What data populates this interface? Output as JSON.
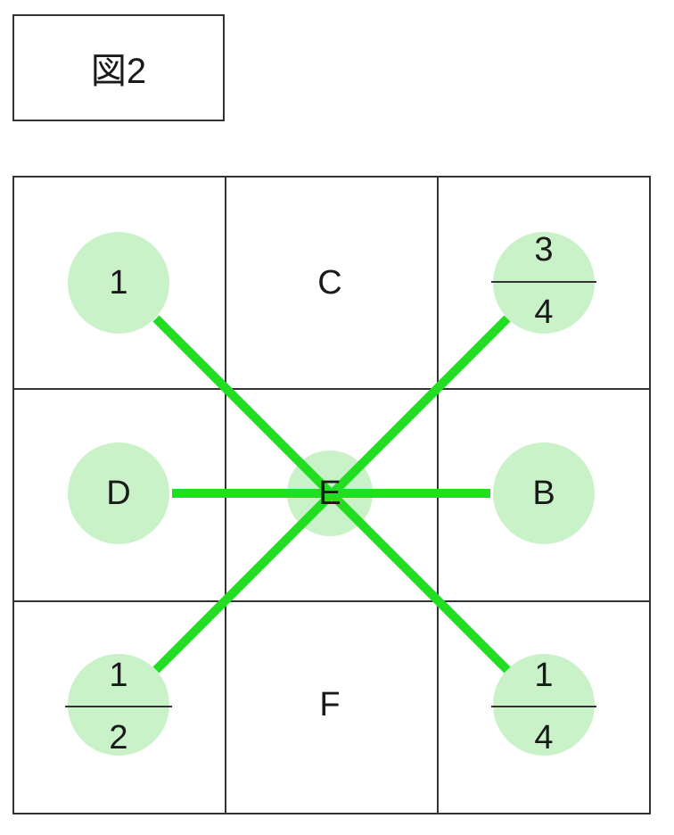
{
  "title": "図2",
  "colors": {
    "circle_fill": "#c9f2c9",
    "line_color": "#22dd22",
    "grid_color": "#333333"
  },
  "cells": {
    "top_left": {
      "label": "1"
    },
    "top_center": {
      "label": "C"
    },
    "top_right": {
      "numerator": "3",
      "denominator": "4"
    },
    "middle_left": {
      "label": "D"
    },
    "middle_center": {
      "label": "E"
    },
    "middle_right": {
      "label": "B"
    },
    "bottom_left": {
      "numerator": "1",
      "denominator": "2"
    },
    "bottom_center": {
      "label": "F"
    },
    "bottom_right": {
      "numerator": "1",
      "denominator": "4"
    }
  }
}
